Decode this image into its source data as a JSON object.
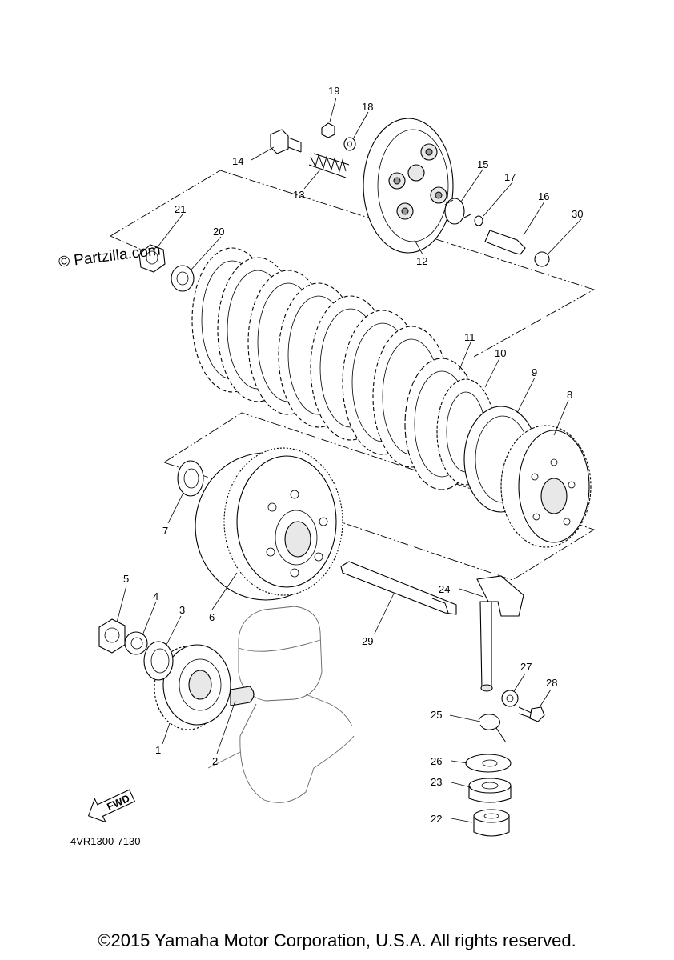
{
  "watermark": "© Partzilla.com",
  "diagram_code": "4VR1300-7130",
  "fwd_label": "FWD",
  "copyright": "©2015 Yamaha Motor Corporation, U.S.A. All rights reserved.",
  "callouts": {
    "p1": "1",
    "p2": "2",
    "p3": "3",
    "p4": "4",
    "p5": "5",
    "p6": "6",
    "p7": "7",
    "p8": "8",
    "p9": "9",
    "p10": "10",
    "p11": "11",
    "p12": "12",
    "p13": "13",
    "p14": "14",
    "p15": "15",
    "p16": "16",
    "p17": "17",
    "p18": "18",
    "p19": "19",
    "p20": "20",
    "p21": "21",
    "p22": "22",
    "p23": "23",
    "p24": "24",
    "p25": "25",
    "p26": "26",
    "p27": "27",
    "p28": "28",
    "p29": "29",
    "p30": "30"
  }
}
